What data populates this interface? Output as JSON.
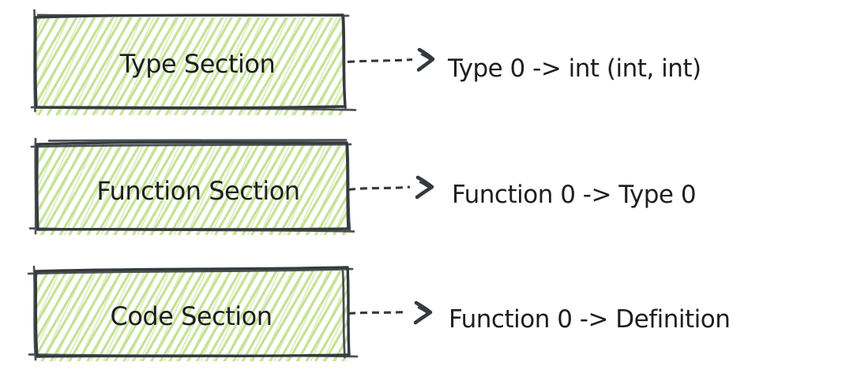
{
  "diagram": {
    "colors": {
      "stroke": "#343a40",
      "hatch": "#c4e296",
      "text": "#1e1e1e",
      "background": "#ffffff"
    },
    "rows": [
      {
        "box_label": "Type Section",
        "arrow_label": "Type 0 -> int (int, int)"
      },
      {
        "box_label": "Function Section",
        "arrow_label": "Function 0 -> Type 0"
      },
      {
        "box_label": "Code Section",
        "arrow_label": "Function 0 -> Definition"
      }
    ]
  }
}
